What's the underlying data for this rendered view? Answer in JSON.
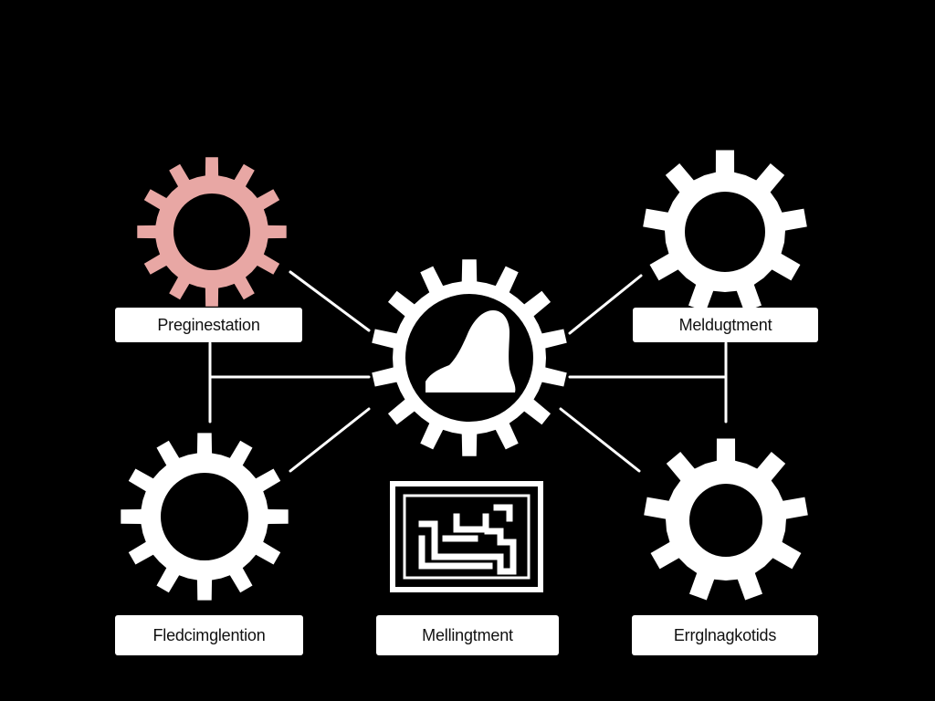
{
  "colors": {
    "background": "#000000",
    "gear_default": "#ffffff",
    "gear_accent": "#e8a7a4",
    "line": "#ffffff"
  },
  "nodes": [
    {
      "id": "top-left",
      "icon": "gear-icon",
      "color": "#e8a7a4",
      "label": "Preginestation"
    },
    {
      "id": "top-right",
      "icon": "gear-icon",
      "color": "#ffffff",
      "label": "Meldugtment"
    },
    {
      "id": "bottom-left",
      "icon": "gear-icon",
      "color": "#ffffff",
      "label": "Fledcimglention"
    },
    {
      "id": "bottom-center",
      "icon": "circuit-board-icon",
      "color": "#ffffff",
      "label": "Mellingtment"
    },
    {
      "id": "bottom-right",
      "icon": "gear-icon",
      "color": "#ffffff",
      "label": "Errglnagkotids"
    }
  ],
  "hub": {
    "icon": "gear-with-shape-icon",
    "color": "#ffffff"
  }
}
